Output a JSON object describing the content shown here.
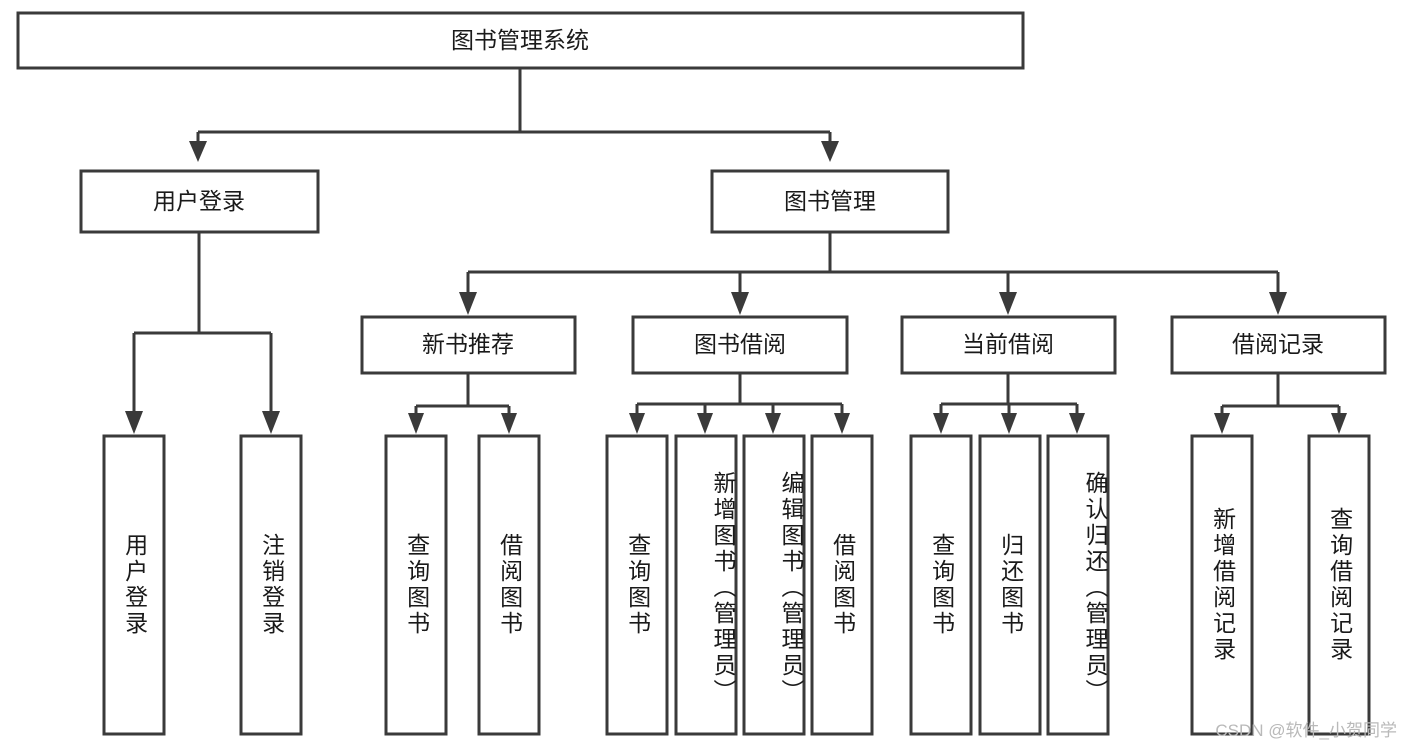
{
  "diagram": {
    "title": "图书管理系统",
    "type": "tree-hierarchy-diagram",
    "colors": {
      "stroke": "#3a3a3a",
      "box_fill": "#ffffff",
      "text": "#1a1a1a",
      "background": "#ffffff",
      "watermark": "#b9b9b9"
    },
    "root": {
      "label": "图书管理系统",
      "orientation": "horizontal"
    },
    "level2": [
      {
        "label": "用户登录",
        "orientation": "horizontal"
      },
      {
        "label": "图书管理",
        "orientation": "horizontal"
      }
    ],
    "level3": [
      {
        "label": "新书推荐",
        "orientation": "horizontal"
      },
      {
        "label": "图书借阅",
        "orientation": "horizontal"
      },
      {
        "label": "当前借阅",
        "orientation": "horizontal"
      },
      {
        "label": "借阅记录",
        "orientation": "horizontal"
      }
    ],
    "leaves": {
      "user_login": [
        {
          "label": "用户登录",
          "orientation": "vertical"
        },
        {
          "label": "注销登录",
          "orientation": "vertical"
        }
      ],
      "new_book_recommend": [
        {
          "label": "查询图书",
          "orientation": "vertical"
        },
        {
          "label": "借阅图书",
          "orientation": "vertical"
        }
      ],
      "book_borrow": [
        {
          "label": "查询图书",
          "orientation": "vertical"
        },
        {
          "label": "新增图书（管理员）",
          "orientation": "vertical"
        },
        {
          "label": "编辑图书（管理员）",
          "orientation": "vertical"
        },
        {
          "label": "借阅图书",
          "orientation": "vertical"
        }
      ],
      "current_borrow": [
        {
          "label": "查询图书",
          "orientation": "vertical"
        },
        {
          "label": "归还图书",
          "orientation": "vertical"
        },
        {
          "label": "确认归还（管理员）",
          "orientation": "vertical"
        }
      ],
      "borrow_record": [
        {
          "label": "新增借阅记录",
          "orientation": "vertical"
        },
        {
          "label": "查询借阅记录",
          "orientation": "vertical"
        }
      ]
    },
    "watermark": "CSDN @软件_小贺同学"
  }
}
